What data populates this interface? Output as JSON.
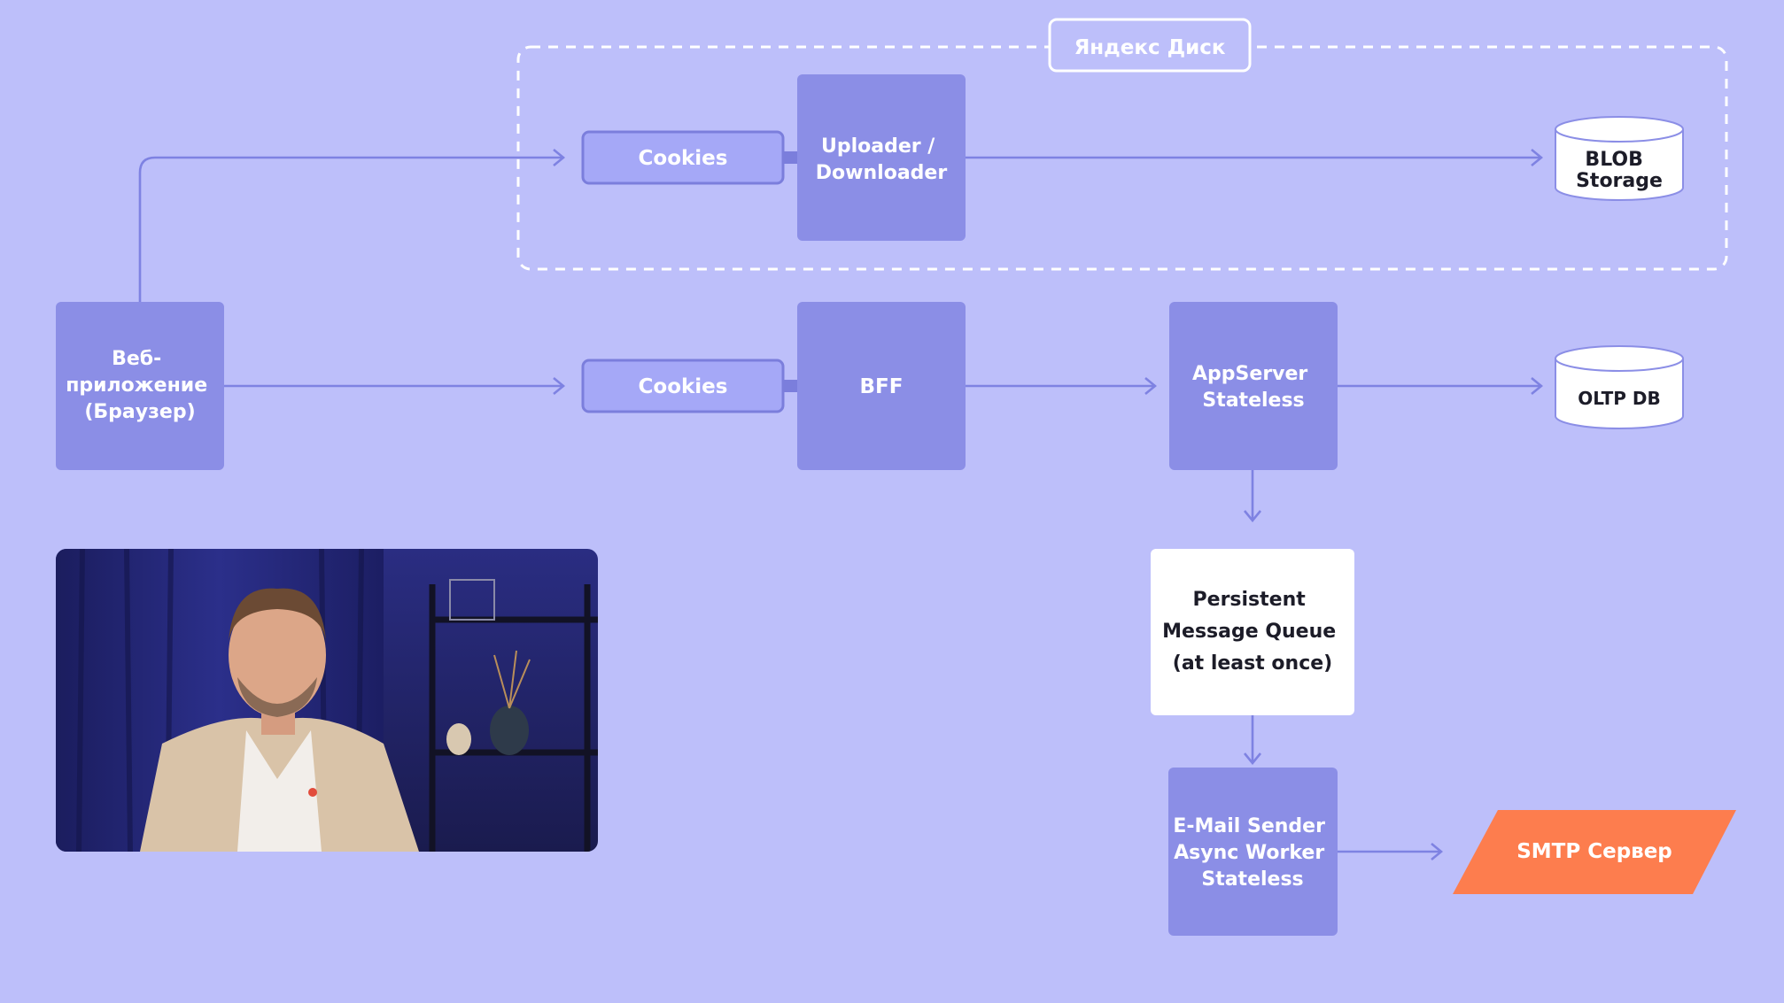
{
  "colors": {
    "background": "#bdbffa",
    "node_fill": "#8b8ee6",
    "cookies_fill": "#a5a8f7",
    "cookies_border": "#7b7edc",
    "arrow": "#7e82e2",
    "group_border": "#ffffff",
    "queue_fill": "#ffffff",
    "smtp_fill": "#fd7d4e",
    "text_light": "#ffffff",
    "text_dark": "#1c1c28"
  },
  "group": {
    "label": "Яндекс Диск"
  },
  "nodes": {
    "web_app": [
      "Веб-",
      "приложение",
      "(Браузер)"
    ],
    "cookies_top": "Cookies",
    "uploader": [
      "Uploader /",
      "Downloader"
    ],
    "blob": [
      "BLOB",
      "Storage"
    ],
    "cookies_mid": "Cookies",
    "bff": "BFF",
    "appserver": [
      "AppServer",
      "Stateless"
    ],
    "oltp": "OLTP DB",
    "queue": [
      "Persistent",
      "Message Queue",
      "(at least once)"
    ],
    "email": [
      "E-Mail Sender",
      "Async Worker",
      "Stateless"
    ],
    "smtp": "SMTP Сервер"
  },
  "video": {
    "icon": "speaker-video-frame"
  }
}
